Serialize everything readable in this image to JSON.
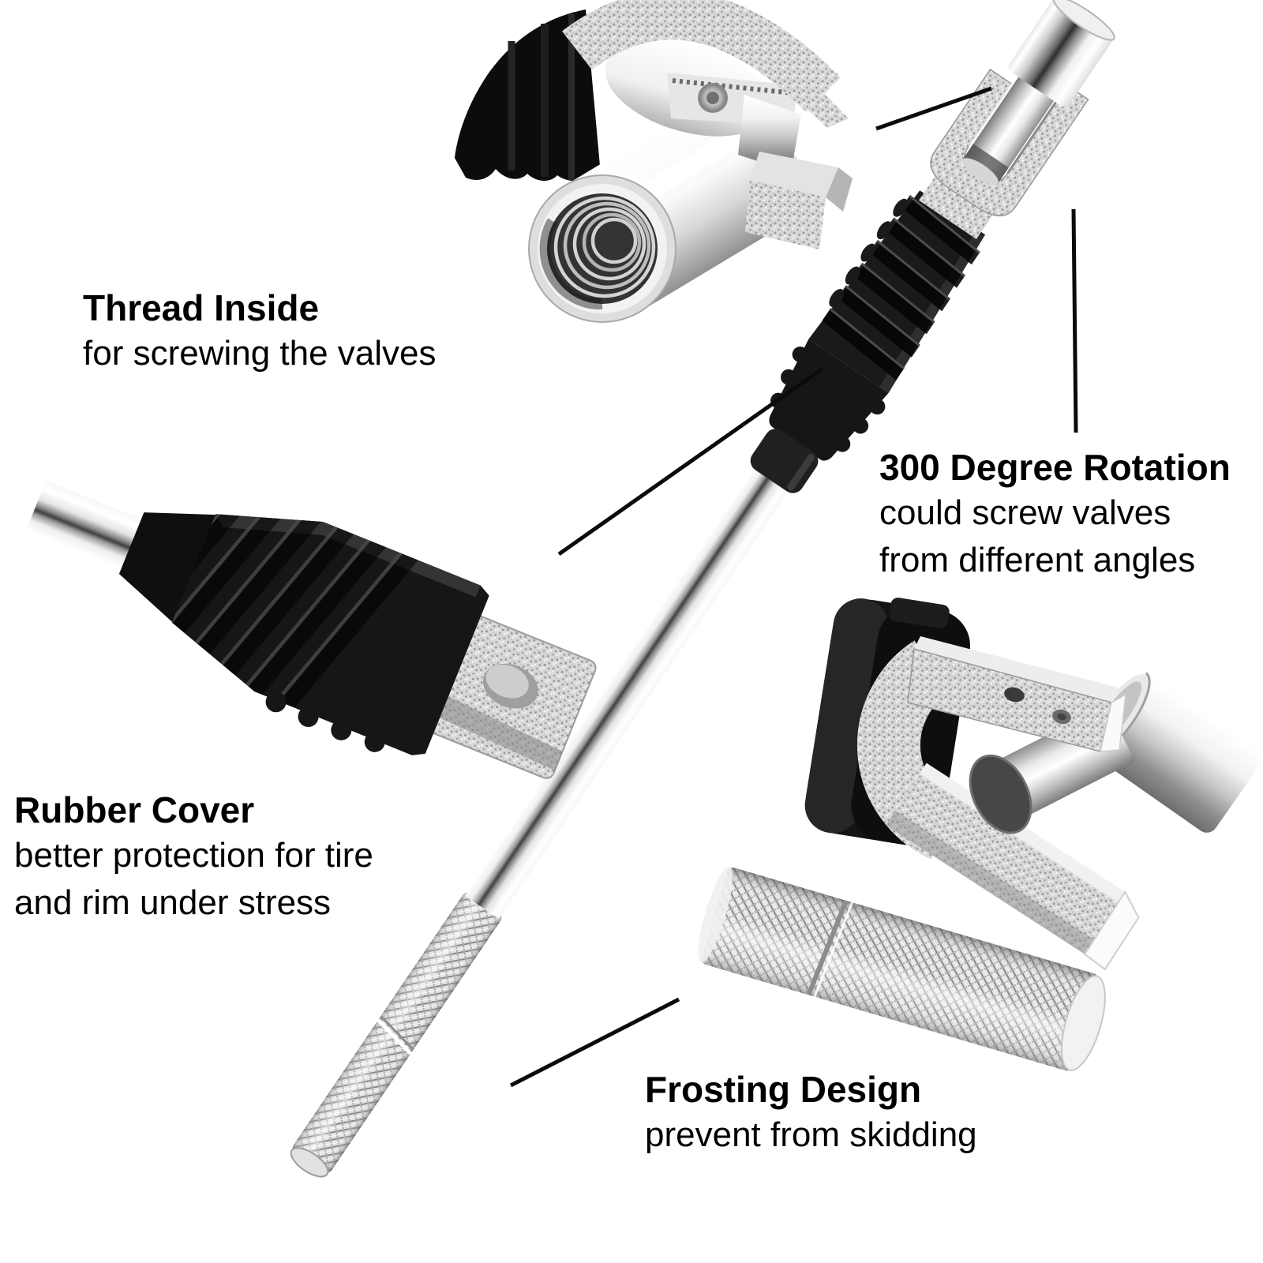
{
  "page": {
    "type": "product-feature-callout-diagram",
    "background": "#ffffff"
  },
  "colors": {
    "text": "#000000",
    "callout_line": "#0b0b0b",
    "rubber_black": "#161616",
    "chrome_light": "#f5f5f5",
    "chrome_dark": "#4e4e4e",
    "frosted_metal": "#d8d8d8"
  },
  "callouts": {
    "thread_inside": {
      "title": "Thread Inside",
      "lines": [
        "for screwing the valves"
      ]
    },
    "rotation": {
      "title": "300 Degree Rotation",
      "lines": [
        "could screw valves",
        "from different angles"
      ]
    },
    "rubber_cover": {
      "title": "Rubber Cover",
      "lines": [
        "better protection for tire",
        "and rim under stress"
      ]
    },
    "frosting": {
      "title": "Frosting Design",
      "lines": [
        "prevent from skidding"
      ]
    }
  },
  "illustrations": {
    "thread_closeup": "macro view of threaded socket end",
    "main_tool": "valve stem tool with rubber grip and knurled shaft",
    "rubber_cover_closeup": "macro view of black rubber cover",
    "swivel_head_closeup": "macro view of 300 degree rotating head",
    "knurled_rod_closeup": "macro view of frosted knurled handle"
  }
}
